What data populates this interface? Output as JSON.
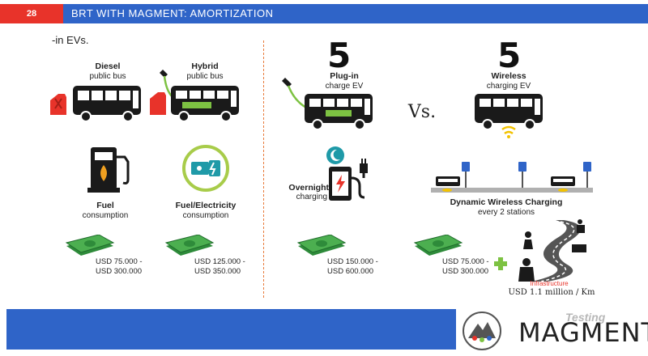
{
  "header": {
    "page_number": "28",
    "title": "BRT WITH MAGMENT: AMORTIZATION"
  },
  "intro": "-in EVs.",
  "left": {
    "diesel": {
      "title": "Diesel",
      "subtitle": "public bus"
    },
    "hybrid": {
      "title": "Hybrid",
      "subtitle": "public bus"
    },
    "fuel": {
      "title": "Fuel",
      "subtitle": "consumption"
    },
    "fuel_electricity": {
      "title": "Fuel/Electricity",
      "subtitle": "consumption"
    },
    "price_diesel": [
      "USD 75.000 -",
      "USD 300.000"
    ],
    "price_hybrid": [
      "USD 125.000 -",
      "USD 350.000"
    ]
  },
  "right": {
    "plugin": {
      "count": "5",
      "title": "Plug-in",
      "subtitle": "charge EV"
    },
    "wireless": {
      "count": "5",
      "title": "Wireless",
      "subtitle": "charging EV"
    },
    "vs": "Vs.",
    "overnight": {
      "title": "Overnight",
      "subtitle": "charging"
    },
    "dynamic": {
      "title": "Dynamic Wireless Charging",
      "subtitle": "every 2 stations"
    },
    "price_plugin": [
      "USD 150.000 -",
      "USD 600.000"
    ],
    "price_wireless": [
      "USD 75.000 -",
      "USD 300.000"
    ],
    "infra_label": "Infrastructure",
    "infra_cost": "USD 1.1 million / Km"
  },
  "footer": {
    "logo": "MAGMENT",
    "watermark": "Testing"
  },
  "colors": {
    "blue": "#2f64c8",
    "red": "#e8332a",
    "green": "#7dc242",
    "dark": "#1a1a1a",
    "orange": "#e87a3a"
  }
}
